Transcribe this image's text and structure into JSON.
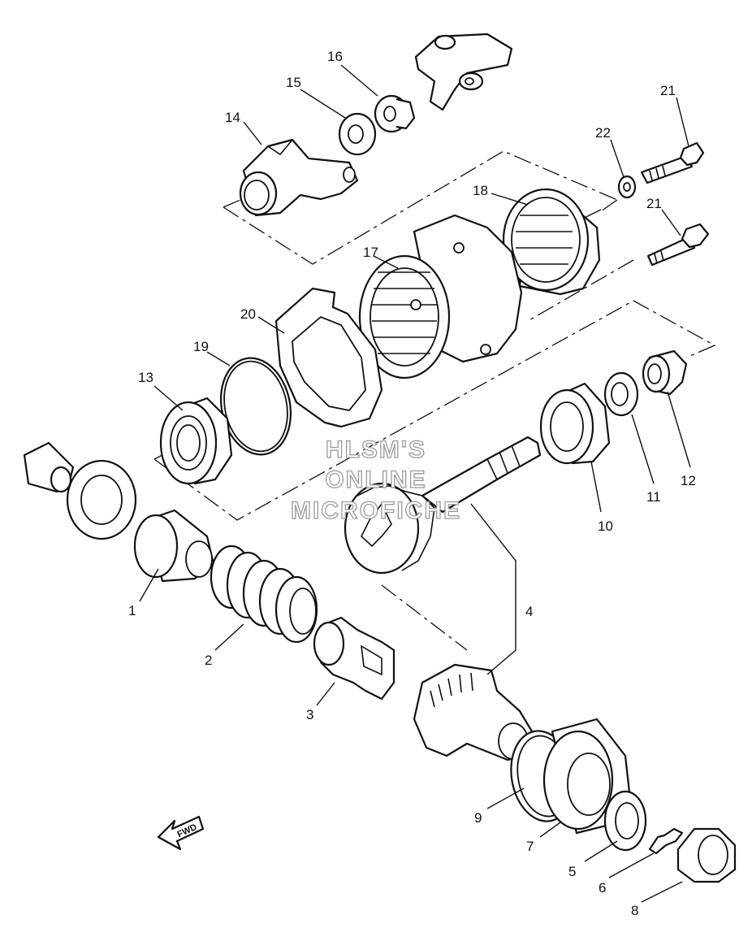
{
  "watermark": {
    "line1": "HLSM'S",
    "line2": "ONLINE",
    "line3": "MICROFICHE"
  },
  "fwd_label": "FWD",
  "callouts": {
    "c1": "1",
    "c2": "2",
    "c3": "3",
    "c4": "4",
    "c5": "5",
    "c6": "6",
    "c7": "7",
    "c8": "8",
    "c9": "9",
    "c10": "10",
    "c11": "11",
    "c12": "12",
    "c13": "13",
    "c14": "14",
    "c15": "15",
    "c16": "16",
    "c17": "17",
    "c18": "18",
    "c19": "19",
    "c20": "20",
    "c21a": "21",
    "c21b": "21",
    "c22": "22"
  },
  "colors": {
    "line": "#111111",
    "watermark_outline": "#9a9a9a",
    "background": "#ffffff"
  }
}
